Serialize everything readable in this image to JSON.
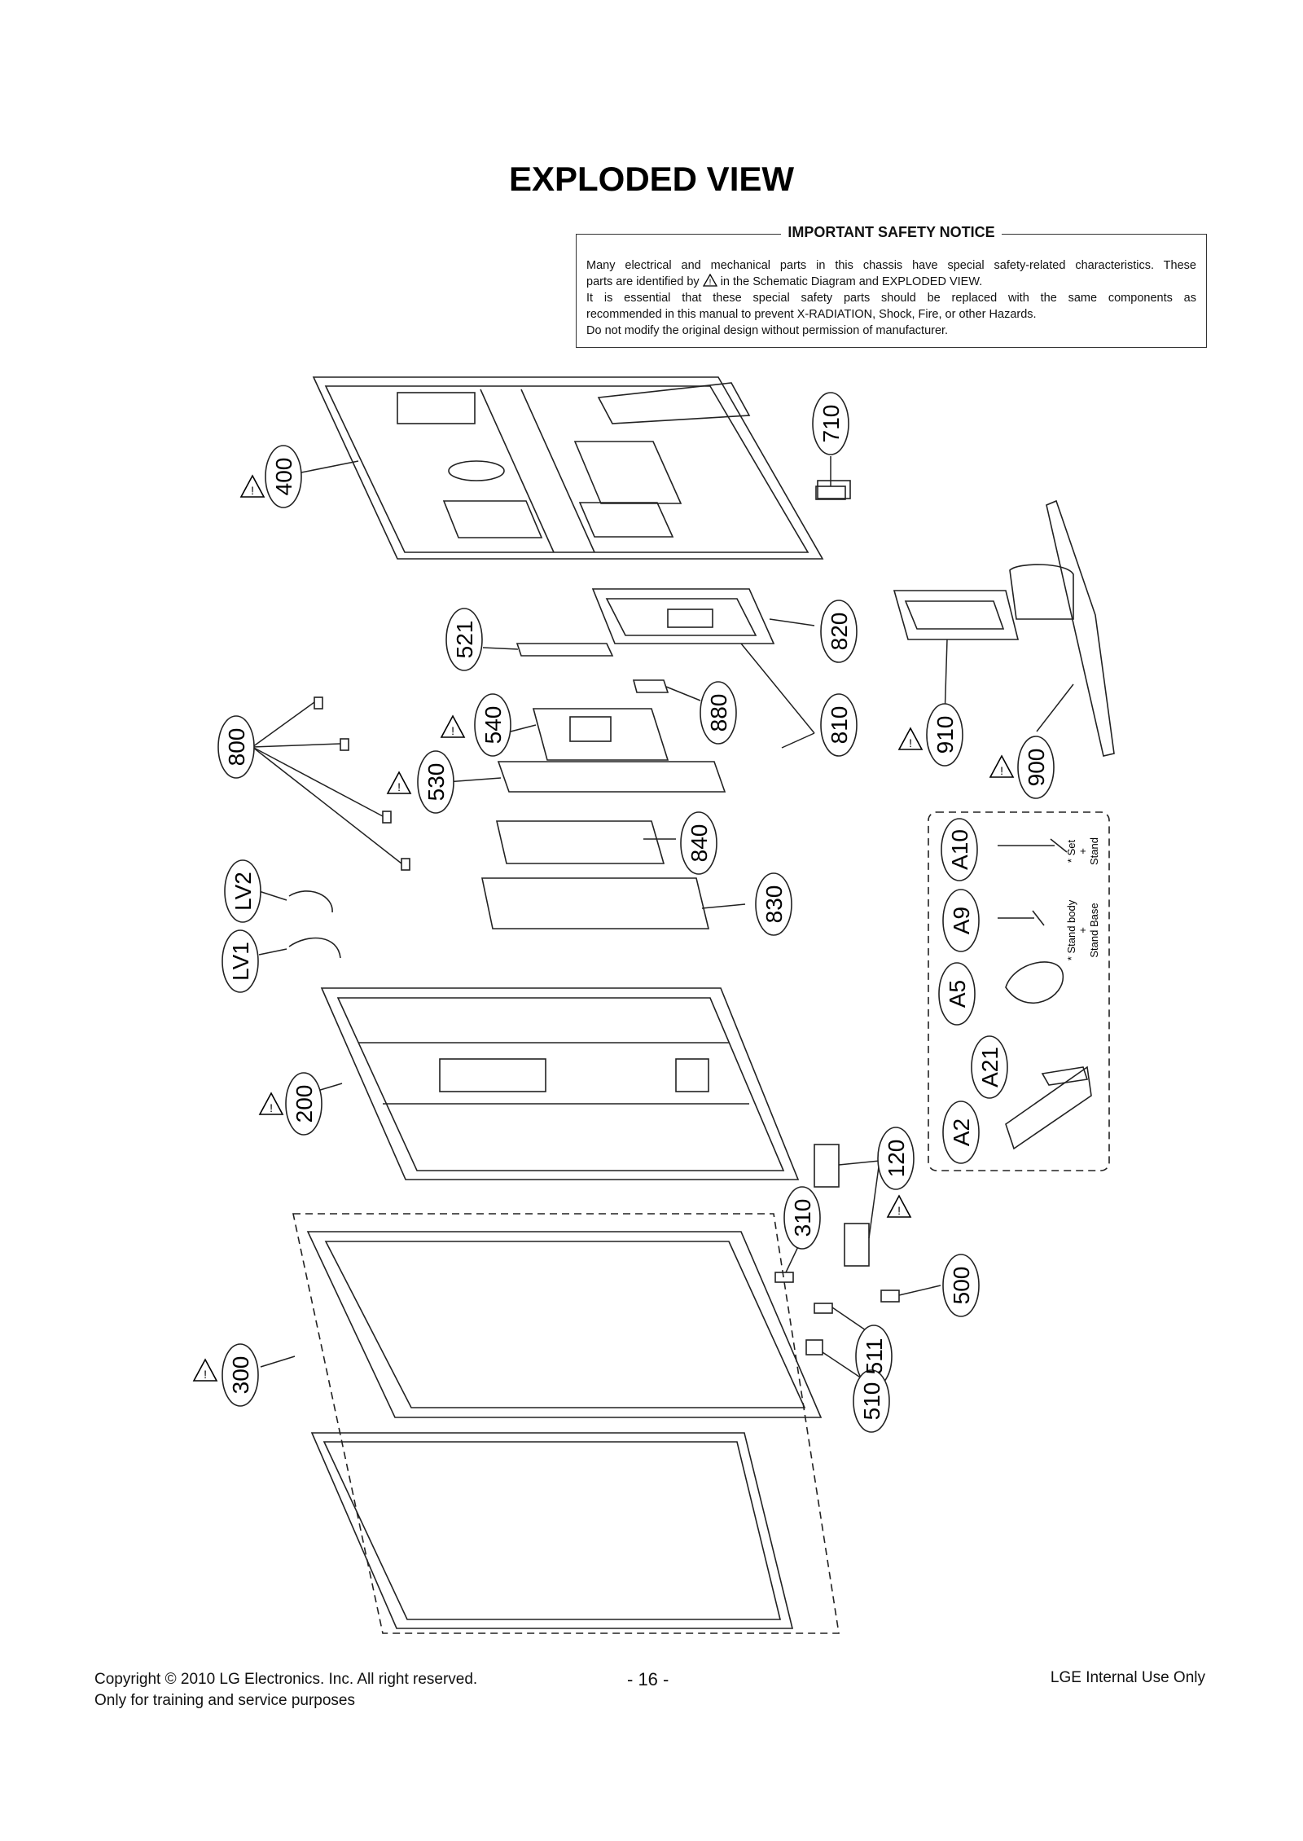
{
  "page_title": "EXPLODED VIEW",
  "notice": {
    "title": "IMPORTANT SAFETY NOTICE",
    "line1": "Many electrical and mechanical parts in this chassis have special safety-related characteristics. These",
    "line2_pre": "parts are identified by",
    "line2_post": "in the Schematic Diagram and EXPLODED VIEW.",
    "line3": "It is essential that these special safety parts should be replaced with the same components as",
    "line4": "recommended in this manual to prevent X-RADIATION, Shock, Fire, or other Hazards.",
    "line5": "Do not modify the original design without permission of manufacturer."
  },
  "part_labels": {
    "p400": "400",
    "p710": "710",
    "p521": "521",
    "p820": "820",
    "p880": "880",
    "p810": "810",
    "p910": "910",
    "p900": "900",
    "p800": "800",
    "p540": "540",
    "p530": "530",
    "p840": "840",
    "p830": "830",
    "lv2": "LV2",
    "lv1": "LV1",
    "p200": "200",
    "p120": "120",
    "p310": "310",
    "p500": "500",
    "p511": "511",
    "p510": "510",
    "p300": "300",
    "a10": "A10",
    "a9": "A9",
    "a5": "A5",
    "a21": "A21",
    "a2": "A2"
  },
  "stand_notes": {
    "set_stand_1": "* Set",
    "set_stand_2": "+",
    "set_stand_3": "Stand",
    "body_base_1": "* Stand body",
    "body_base_2": "+",
    "body_base_3": "Stand Base"
  },
  "footer": {
    "copyright": "Copyright © 2010 LG Electronics. Inc. All right reserved.",
    "purpose": "Only for training and service purposes",
    "page_number": "- 16 -",
    "internal": "LGE Internal Use Only"
  }
}
